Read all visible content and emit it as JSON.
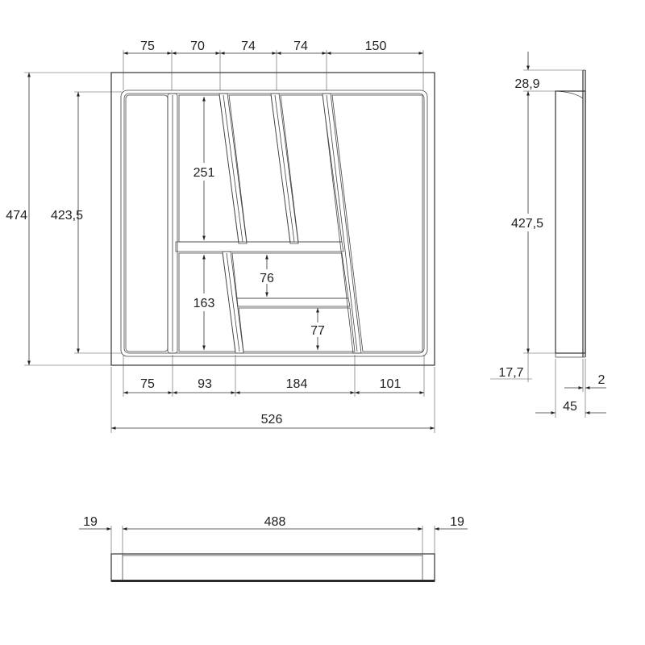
{
  "colors": {
    "line": "#333333",
    "text": "#222222",
    "background": "#ffffff"
  },
  "dimensions": {
    "top": [
      "75",
      "70",
      "74",
      "74",
      "150"
    ],
    "bottom": [
      "75",
      "93",
      "184",
      "101"
    ],
    "overall_width": "526",
    "overall_height": "474",
    "inner_height": "423,5",
    "compartments": {
      "long": "251",
      "short": "163",
      "mid_a": "76",
      "mid_b": "77"
    },
    "side": {
      "top": "28,9",
      "height": "427,5",
      "bottom": "17,7",
      "wall": "2",
      "depth": "45"
    },
    "front": {
      "left": "19",
      "middle": "488",
      "right": "19"
    }
  }
}
